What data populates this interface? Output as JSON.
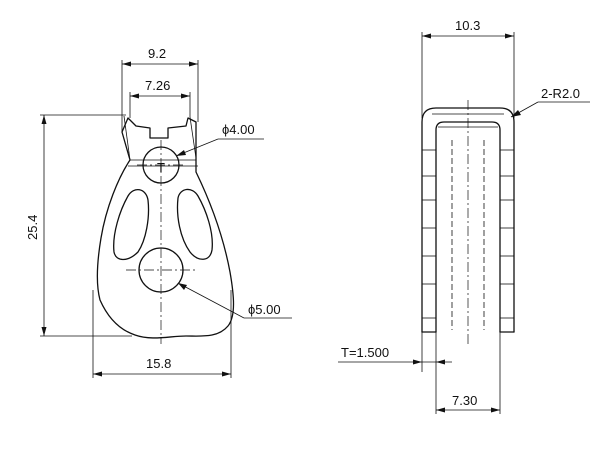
{
  "drawing": {
    "front_view": {
      "dim_top_outer": "9.2",
      "dim_top_inner": "7.26",
      "dim_height": "25.4",
      "dim_bottom_width": "15.8",
      "hole_small": "ϕ4.00",
      "hole_large": "ϕ5.00",
      "hole_mark": "T"
    },
    "side_view": {
      "dim_top_width": "10.3",
      "radius_callout": "2-R2.0",
      "thickness": "T=1.500",
      "dim_inner_width": "7.30"
    }
  }
}
